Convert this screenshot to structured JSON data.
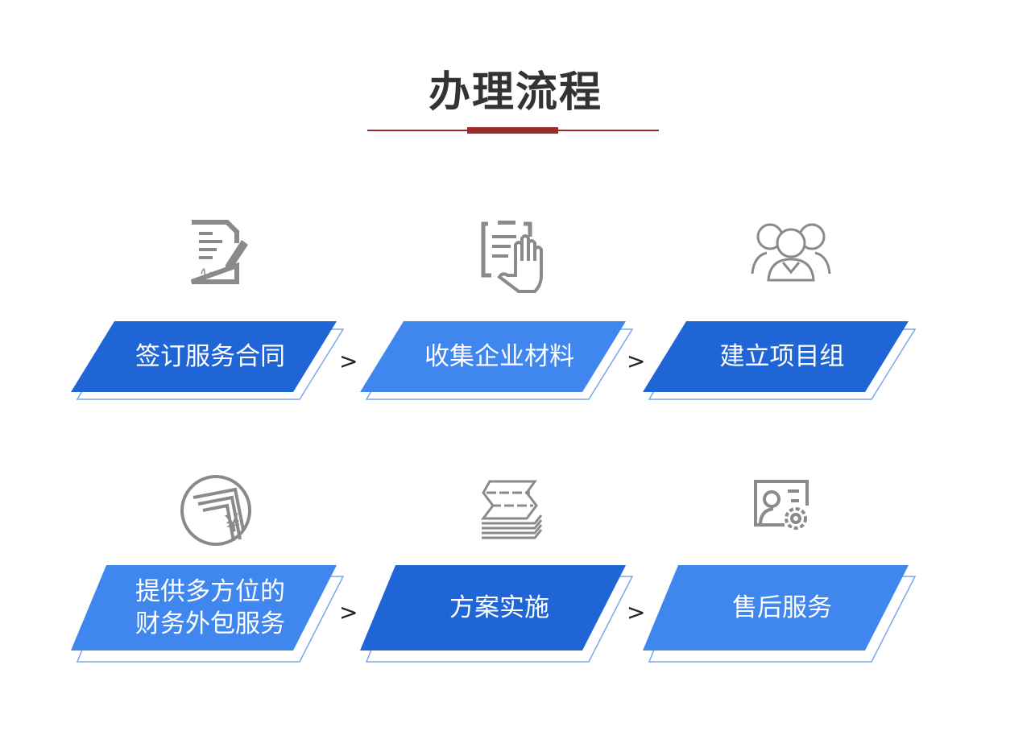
{
  "title": "办理流程",
  "colors": {
    "dark_blue": "#1f65d5",
    "light_blue": "#3f87ef",
    "outline": "#7aa6ea",
    "accent": "#9b2a2a",
    "icon_gray": "#8a8a8a"
  },
  "steps": [
    {
      "label": "签订服务合同",
      "icon": "contract-sign-icon"
    },
    {
      "label": "收集企业材料",
      "icon": "clipboard-hand-icon"
    },
    {
      "label": "建立项目组",
      "icon": "team-group-icon"
    },
    {
      "label_lines": [
        "提供多方位的",
        "财务外包服务"
      ],
      "icon": "yuan-money-icon"
    },
    {
      "label": "方案实施",
      "icon": "folded-plan-icon"
    },
    {
      "label": "售后服务",
      "icon": "profile-gear-icon"
    }
  ],
  "arrow": ">"
}
